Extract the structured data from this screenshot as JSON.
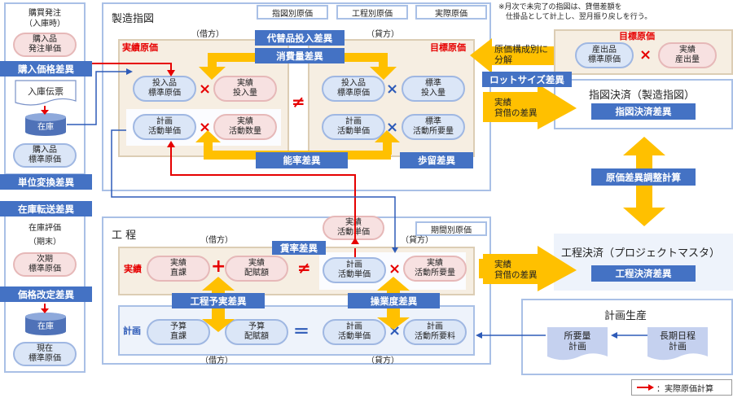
{
  "colors": {
    "band_blue": "#4472c4",
    "arrow_yellow": "#ffc000",
    "red": "#e60000",
    "pill_blue": "#dbe6f7",
    "pill_pink": "#f7e1e1",
    "beige": "#f6eee2"
  },
  "left_column": {
    "purchase_order_title": "購買発注\n（入庫時）",
    "purchase_order_price": "購入品\n発注単価",
    "purchase_price_variance": "購入価格差異",
    "receipt_slip": "入庫伝票",
    "inventory_1": "在庫",
    "purchased_std_cost": "購入品\n標準原価",
    "unit_conversion_variance": "単位変換差異",
    "stock_transfer_variance": "在庫転送差異",
    "inventory_valuation_title": "在庫評価\n（期末）",
    "next_period_std_cost": "次期\n標準原価",
    "price_revision_variance": "価格改定差異",
    "inventory_2": "在庫",
    "current_std_cost": "現在\n標準原価"
  },
  "production_order": {
    "title": "製造指図",
    "tags": [
      "指図別原価",
      "工程別原価",
      "実際原価"
    ],
    "debit_label": "（借方）",
    "credit_label": "（貸方）",
    "actual_cost_label": "実績原価",
    "target_cost_label": "目標原価",
    "substitute_variance": "代替品投入差異",
    "consumption_variance": "消費量差異",
    "efficiency_variance": "能率差異",
    "yield_variance": "歩留差異",
    "debit_row1": [
      "投入品\n標準原価",
      "実績\n投入量"
    ],
    "debit_row2": [
      "計画\n活動単価",
      "実績\n活動数量"
    ],
    "credit_row1": [
      "投入品\n標準原価",
      "標準\n投入量"
    ],
    "credit_row2": [
      "計画\n活動単価",
      "標準\n活動所要量"
    ],
    "not_equal": "≠",
    "times": "×"
  },
  "right_top": {
    "note": "※月次で未完了の指図は、貸借差額を\n　仕掛品として計上し、翌月振り戻しを行う。",
    "target_cost_label": "目標原価",
    "output_std_cost": "産出品\n標準原価",
    "actual_output": "実績\n産出量",
    "decompose_label": "原価構成別に\n分解",
    "lot_size_variance": "ロットサイズ差異",
    "actual_diff_label_1": "実績\n貸借の差異",
    "order_settlement_title": "指図決済（製造指図）",
    "order_settlement_variance": "指図決済差異",
    "cost_variance_adjustment": "原価差異調整計算"
  },
  "process": {
    "title": "工 程",
    "period_tag": "期間別原価",
    "debit_label": "（借方）",
    "credit_label": "（貸方）",
    "actual_row_label": "実績",
    "plan_row_label": "計画",
    "actual_activity_price_top": "実績\n活動単価",
    "rate_variance": "賃率差異",
    "actual_direct_labor": "実績\n直課",
    "actual_allocation": "実績\n配賦額",
    "plan_activity_price": "計画\n活動単価",
    "actual_activity_requirement": "実績\n活動所要量",
    "process_budget_variance": "工程予実差異",
    "operation_level_variance": "操業度差異",
    "budget_direct": "予算\n直課",
    "budget_allocation": "予算\n配賦額",
    "plan_activity_price_2": "計画\n活動単価",
    "plan_activity_requirement": "計画\n活動所要料",
    "plus": "+",
    "equals": "＝"
  },
  "right_bottom": {
    "actual_diff_label_2": "実績\n貸借の差異",
    "process_settlement_title": "工程決済（プロジェクトマスタ）",
    "process_settlement_variance": "工程決済差異",
    "planned_production_title": "計画生産",
    "mrp": "所要量\n計画",
    "long_term_plan": "長期日程\n計画"
  },
  "legend": {
    "label": "：実際原価計算",
    "icon": "red-arrow-icon"
  }
}
